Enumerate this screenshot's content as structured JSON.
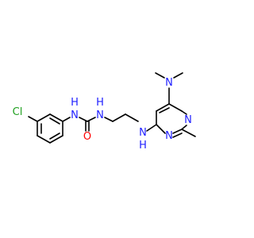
{
  "colors": {
    "bond": "#000000",
    "carbon": "#000000",
    "nitrogen": "#2020ff",
    "oxygen": "#ff0000",
    "chlorine": "#20a020"
  },
  "atoms": {
    "cl": "Cl",
    "nh_aryl": "N",
    "h_aryl": "H",
    "o": "O",
    "nh_urea": "N",
    "h_urea": "H",
    "nh_ethyl": "N",
    "h_ethyl": "H",
    "n_ring_1": "N",
    "n_ring_3": "N",
    "n_dimethyl": "N"
  }
}
